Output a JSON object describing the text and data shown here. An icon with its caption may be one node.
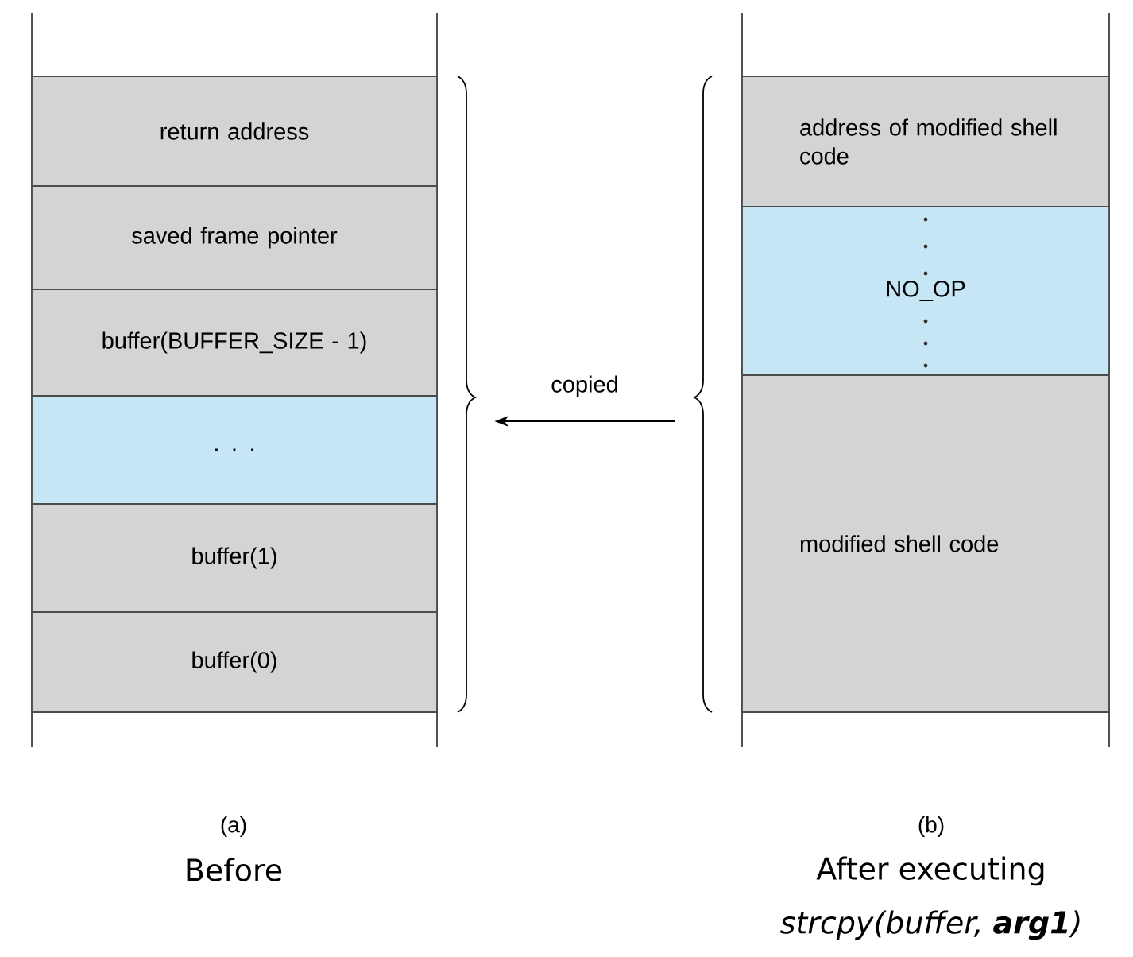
{
  "diagram": {
    "nodes": [
      {
        "text": [
          "return address"
        ]
      },
      {
        "text": [
          "saved frame pointer"
        ]
      },
      {
        "text": [
          "buffer(BUFFER_SIZE - 1)"
        ]
      },
      {
        "text": [
          ". . ."
        ]
      },
      {
        "text": [
          "buffer(1)"
        ]
      },
      {
        "text": [
          "buffer(0)"
        ]
      },
      {
        "text": [
          "address of modified shell code"
        ]
      },
      {
        "text": [
          "NO_OP"
        ]
      },
      {
        "text": [
          "modified shell code"
        ]
      },
      {
        "text": [],
        "shape": "brace"
      },
      {
        "text": [],
        "shape": "brace"
      }
    ],
    "edges": [
      {
        "from": 10,
        "to": 9,
        "arrow": "to",
        "label": "copied"
      }
    ],
    "labels": [
      "(a)",
      "(b)",
      "Before",
      "After executing",
      "strcpy(buffer, **arg1**)"
    ]
  }
}
